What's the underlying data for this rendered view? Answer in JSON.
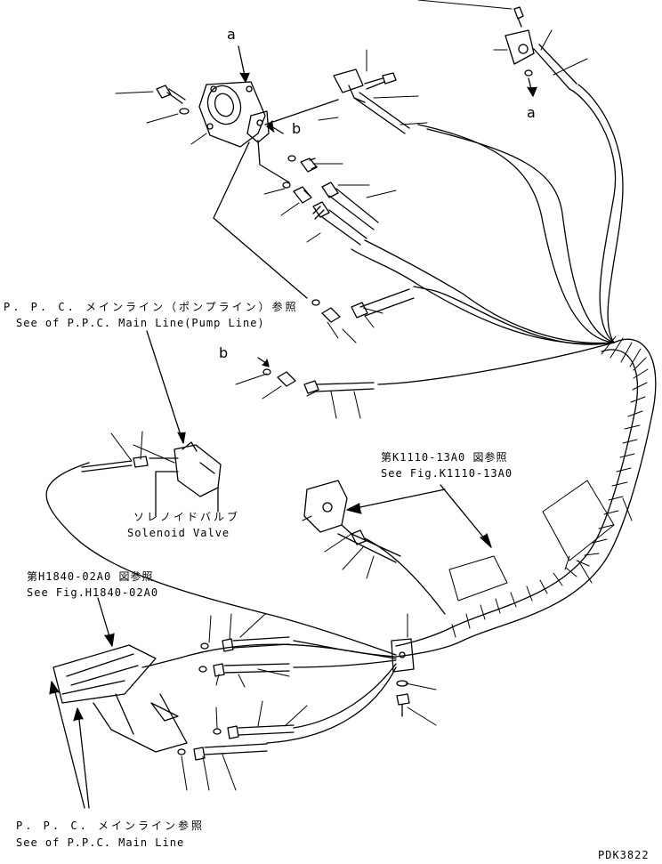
{
  "callouts": {
    "a_top": "a",
    "a_right": "a",
    "b_upper": "b",
    "b_lower": "b"
  },
  "notes": {
    "pump_line_jp": "P. P. C. メインライン（ポンプライン）参照",
    "pump_line_en": "See of P.P.C. Main Line(Pump Line)",
    "fig_k1110_jp": "第K1110-13A0 図参照",
    "fig_k1110_en": "See Fig.K1110-13A0",
    "solenoid_jp": "ソレノイドバルブ",
    "solenoid_en": "Solenoid Valve",
    "fig_h1840_jp": "第H1840-02A0 図参照",
    "fig_h1840_en": "See Fig.H1840-02A0",
    "main_line_jp": "P. P. C. メインライン参照",
    "main_line_en": "See of P.P.C. Main Line"
  },
  "drawing_code": "PDK3822",
  "colors": {
    "ink": "#000000",
    "paper": "#ffffff"
  }
}
